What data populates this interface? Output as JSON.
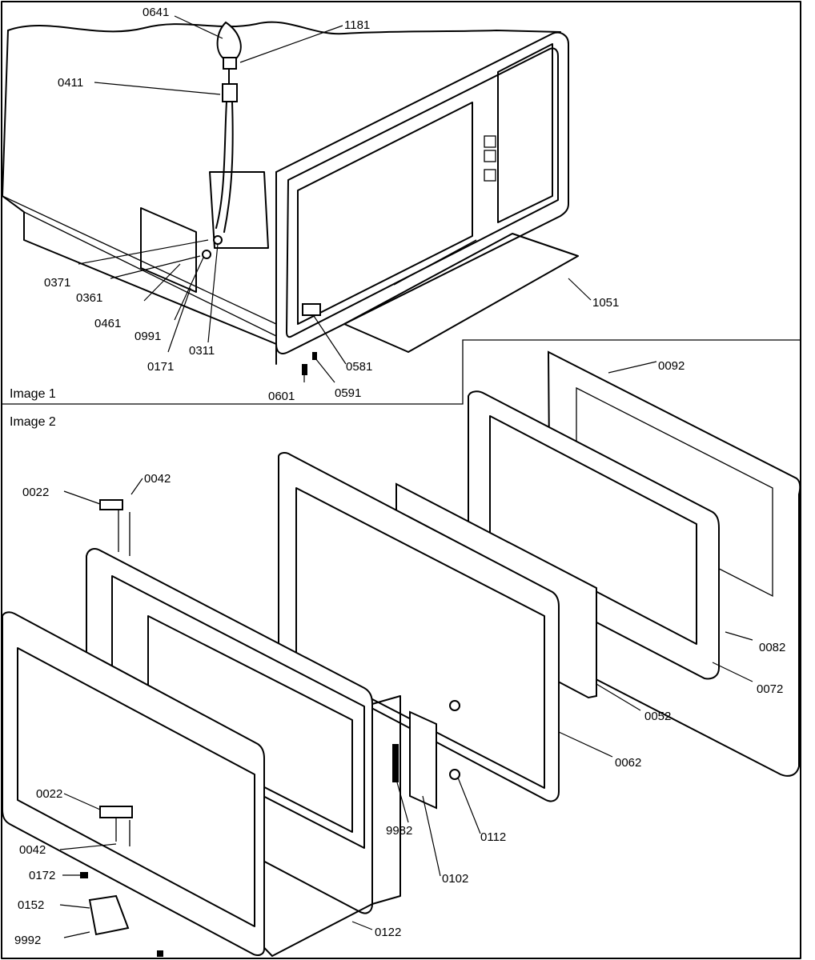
{
  "sections": [
    {
      "id": "image1",
      "label": "Image 1"
    },
    {
      "id": "image2",
      "label": "Image 2"
    }
  ],
  "callouts": {
    "image1": [
      "0641",
      "1181",
      "0411",
      "0371",
      "0361",
      "0461",
      "0991",
      "0171",
      "0311",
      "0581",
      "0601",
      "0591",
      "1051"
    ],
    "image2": [
      "0092",
      "0022",
      "0042",
      "0082",
      "0072",
      "0052",
      "0062",
      "0022",
      "0042",
      "9982",
      "0112",
      "0172",
      "0152",
      "0102",
      "9992",
      "0122"
    ]
  }
}
